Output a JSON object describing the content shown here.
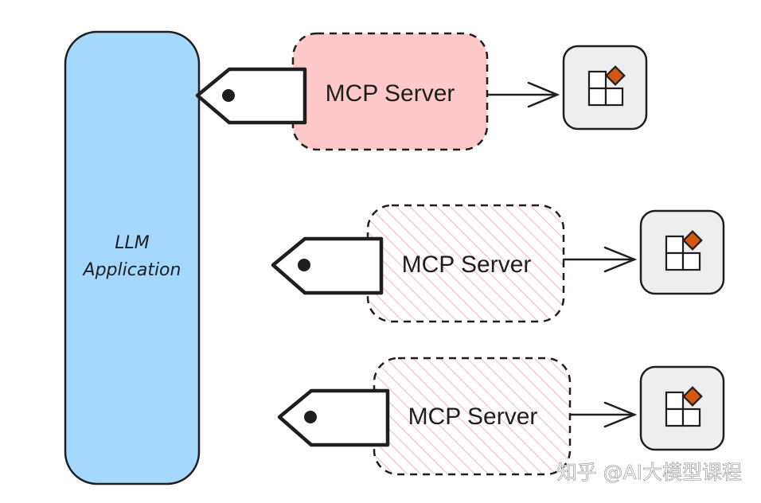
{
  "colors": {
    "llm_fill": "#a5d8ff",
    "server_active_fill": "#ffc9c9",
    "server_inactive_hatch": "#f2b8b8",
    "tool_fill": "#eeeeee",
    "tool_accent": "#d4570f",
    "stroke": "#1e1e1e"
  },
  "llm_app": {
    "label_line1": "LLM",
    "label_line2": "Application"
  },
  "servers": [
    {
      "label": "MCP Server",
      "state": "connected"
    },
    {
      "label": "MCP Server",
      "state": "available"
    },
    {
      "label": "MCP Server",
      "state": "available"
    }
  ],
  "tool_icon": "tool-blocks-icon",
  "plug_icon": "plug-tag-icon",
  "watermark": {
    "text": "知乎 @AI大模型课程"
  }
}
